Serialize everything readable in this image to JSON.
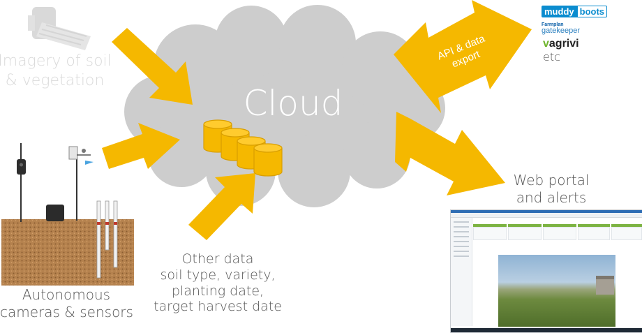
{
  "labels": {
    "cloud": "Cloud",
    "imagery": [
      "Imagery of soil",
      "& vegetation"
    ],
    "sensors": [
      "Autonomous",
      "cameras & sensors"
    ],
    "other_data": [
      "Other data",
      "soil type, variety,",
      "planting date,",
      "target harvest date"
    ],
    "api": [
      "API & data",
      "export"
    ],
    "portal": [
      "Web portal",
      "and alerts"
    ]
  },
  "logos": {
    "muddy_1": "muddy",
    "muddy_2": "boots",
    "farmplan_1": "Farmplan",
    "farmplan_2": "gatekeeper",
    "agrivi_mark": "v",
    "agrivi_text": "agrivi",
    "etc": "etc"
  },
  "colors": {
    "arrow": "#F5B800",
    "cloud": "#CDCDCD",
    "database": "#F5B800",
    "caption": "#555555",
    "caption_faded": "#DADADA",
    "cloud_text": "#FFFFFF",
    "soil": "#B5824E"
  },
  "icons": [
    "satellite-icon",
    "database-icon",
    "weather-station-icon",
    "camera-sensor-icon",
    "soil-probe-icon"
  ]
}
